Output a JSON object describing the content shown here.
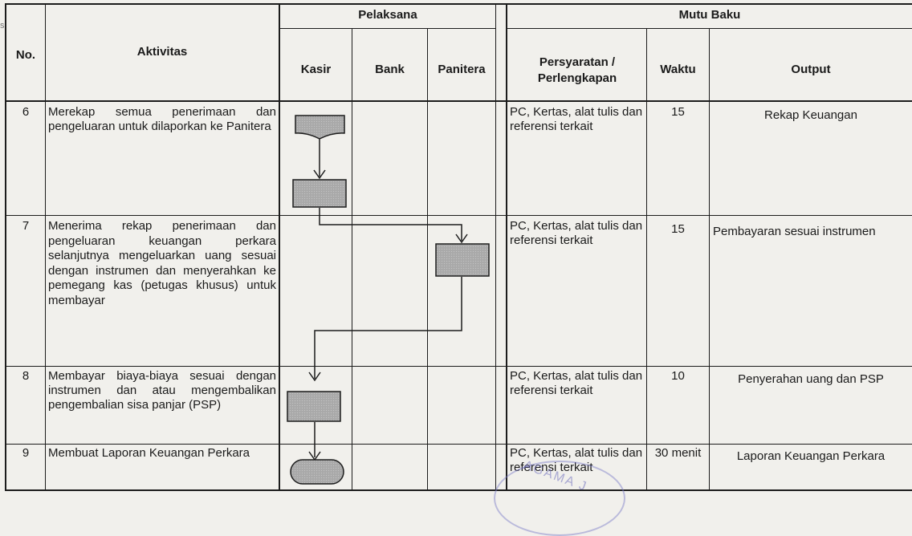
{
  "header": {
    "no": "No.",
    "aktivitas": "Aktivitas",
    "pelaksana": "Pelaksana",
    "mutu_baku": "Mutu Baku",
    "kasir": "Kasir",
    "bank": "Bank",
    "panitera": "Panitera",
    "persyaratan": "Persyaratan / Perlengkapan",
    "waktu": "Waktu",
    "output": "Output"
  },
  "rows": [
    {
      "no": "6",
      "aktivitas": "Merekap semua penerimaan dan pengeluaran untuk dilaporkan ke Panitera",
      "persyaratan": "PC, Kertas, alat tulis dan referensi terkait",
      "waktu": "15",
      "output": "Rekap Keuangan"
    },
    {
      "no": "7",
      "aktivitas": "Menerima rekap penerimaan dan pengeluaran keuangan perkara selanjutnya mengeluarkan uang sesuai dengan instrumen dan menyerahkan ke pemegang kas (petugas khusus) untuk membayar",
      "persyaratan": "PC, Kertas, alat tulis dan referensi terkait",
      "waktu": "15",
      "output": "Pembayaran sesuai instrumen"
    },
    {
      "no": "8",
      "aktivitas": "Membayar biaya-biaya sesuai dengan instrumen dan atau mengembalikan pengembalian sisa panjar (PSP)",
      "persyaratan": "PC, Kertas, alat tulis dan referensi terkait",
      "waktu": "10",
      "output": "Penyerahan uang dan PSP"
    },
    {
      "no": "9",
      "aktivitas": "Membuat Laporan Keuangan Perkara",
      "persyaratan": "PC, Kertas, alat tulis dan referensi terkait",
      "waktu": "30 menit",
      "output": "Laporan Keuangan Perkara"
    }
  ],
  "stamp": {
    "text": "AGAMA J"
  },
  "colors": {
    "shape_fill": "#a9a9a9",
    "line": "#1c1c1c",
    "paper": "#f1f0ec"
  }
}
